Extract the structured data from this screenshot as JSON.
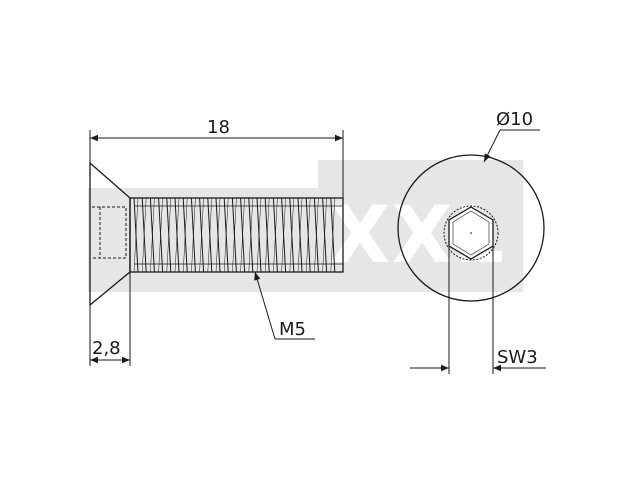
{
  "watermark": {
    "text": "XXL",
    "color": "#e6e6e6"
  },
  "dimensions": {
    "length": "18",
    "thread": "M5",
    "head_height": "2,8",
    "head_diameter": "Ø10",
    "wrench_size": "SW3"
  },
  "colors": {
    "line": "#1a1a1a",
    "background": "#ffffff"
  }
}
